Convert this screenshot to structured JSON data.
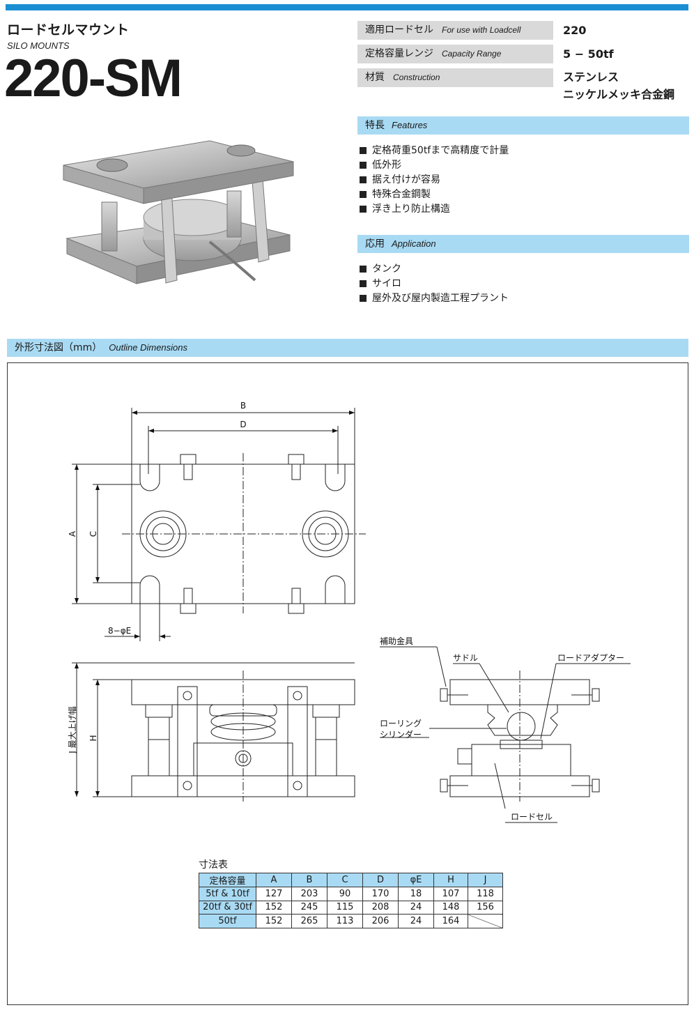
{
  "header": {
    "title_jp": "ロードセルマウント",
    "title_en": "SILO MOUNTS",
    "model": "220-SM"
  },
  "specs": [
    {
      "label_jp": "適用ロードセル",
      "label_en": "For use with Loadcell",
      "value": "220"
    },
    {
      "label_jp": "定格容量レンジ",
      "label_en": "Capacity Range",
      "value": "5 − 50tf"
    },
    {
      "label_jp": "材質",
      "label_en": "Construction",
      "value_line1": "ステンレス",
      "value_line2": "ニッケルメッキ合金鋼"
    }
  ],
  "features": {
    "title_jp": "特長",
    "title_en": "Features",
    "items": [
      "定格荷重50tfまで高精度で計量",
      "低外形",
      "据え付けが容易",
      "特殊合金鋼製",
      "浮き上り防止構造"
    ]
  },
  "application": {
    "title_jp": "応用",
    "title_en": "Application",
    "items": [
      "タンク",
      "サイロ",
      "屋外及び屋内製造工程プラント"
    ]
  },
  "outline": {
    "title_jp": "外形寸法図（mm）",
    "title_en": "Outline Dimensions"
  },
  "drawing_labels": {
    "B": "B",
    "D": "D",
    "A": "A",
    "C": "C",
    "H": "H",
    "hole": "8−φE",
    "J": "J 最大上げ幅",
    "support": "補助金具",
    "saddle": "サドル",
    "adapter": "ロードアダプター",
    "rolling1": "ローリング",
    "rolling2": "シリンダー",
    "loadcell": "ロードセル"
  },
  "dim_table": {
    "title": "寸法表",
    "headers": [
      "定格容量",
      "A",
      "B",
      "C",
      "D",
      "φE",
      "H",
      "J"
    ],
    "rows": [
      [
        "5tf & 10tf",
        "127",
        "203",
        "90",
        "170",
        "18",
        "107",
        "118"
      ],
      [
        "20tf & 30tf",
        "152",
        "245",
        "115",
        "208",
        "24",
        "148",
        "156"
      ],
      [
        "50tf",
        "152",
        "265",
        "113",
        "206",
        "24",
        "164",
        ""
      ]
    ]
  }
}
